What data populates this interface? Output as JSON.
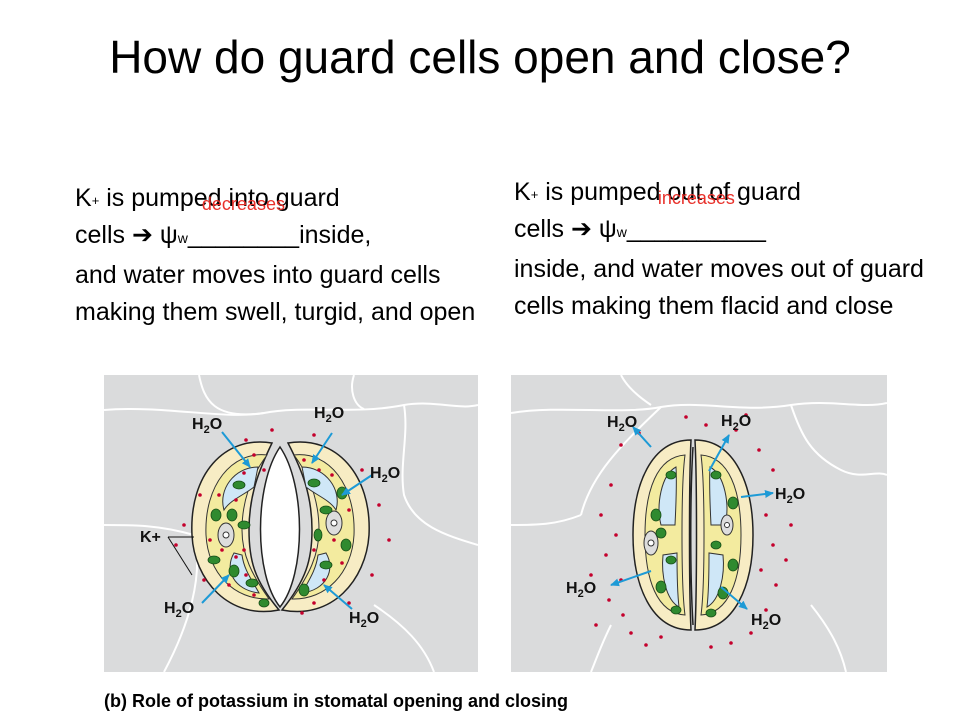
{
  "title": "How do guard cells open and close?",
  "left": {
    "line1_pre": "K",
    "line1_sup": "+",
    "line1_post": " is pumped into guard",
    "line2_pre": "cells",
    "arrow": "➔",
    "psi": " ψ",
    "psi_sub": "w",
    "blank": " ________ ",
    "answer": "decreases",
    "line2_post": "inside,",
    "rest": "and water moves into guard cells making them swell, turgid, and open"
  },
  "right": {
    "line1_pre": "K",
    "line1_sup": "+",
    "line1_post": " is pumped out of guard",
    "line2_pre": "cells",
    "arrow": "➔",
    "psi": " ψ",
    "psi_sub": "w",
    "blank": " __________",
    "answer": "increases",
    "rest": "inside, and water moves out of guard cells making them flacid and close"
  },
  "diagram_labels": {
    "water_H": "H",
    "water_sub": "2",
    "water_O": "O",
    "potassium": "K+"
  },
  "caption": "(b)  Role of potassium in stomatal opening and closing",
  "colors": {
    "panel_bg": "#dadbdc",
    "cell_wall": "#f7ecc4",
    "cytoplasm": "#f3eb9f",
    "vacuole": "#cfe7f7",
    "chloroplast": "#2f8a2f",
    "arrow": "#1d9ad6",
    "ion_dot": "#c4002c",
    "answer_text": "#e8302a"
  }
}
